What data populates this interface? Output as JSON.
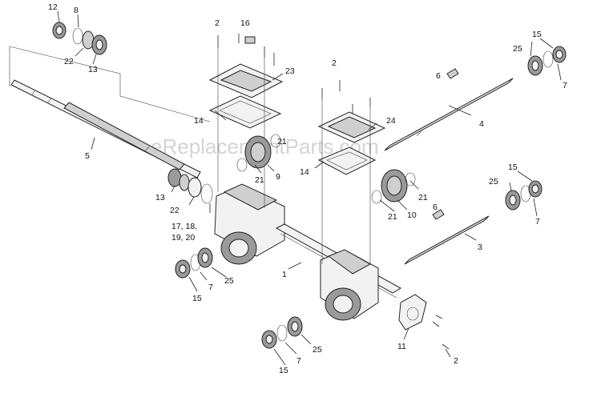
{
  "watermark": "eReplacementParts.com",
  "callouts": [
    {
      "id": "c1",
      "text": "12"
    },
    {
      "id": "c2",
      "text": "8"
    },
    {
      "id": "c3",
      "text": "22"
    },
    {
      "id": "c4",
      "text": "13"
    },
    {
      "id": "c5",
      "text": "2"
    },
    {
      "id": "c6",
      "text": "16"
    },
    {
      "id": "c7",
      "text": "23"
    },
    {
      "id": "c8",
      "text": "2"
    },
    {
      "id": "c9",
      "text": "25"
    },
    {
      "id": "c10",
      "text": "15"
    },
    {
      "id": "c11",
      "text": "6"
    },
    {
      "id": "c12",
      "text": "7"
    },
    {
      "id": "c13",
      "text": "14"
    },
    {
      "id": "c14",
      "text": "24"
    },
    {
      "id": "c15",
      "text": "4"
    },
    {
      "id": "c16",
      "text": "5"
    },
    {
      "id": "c17",
      "text": "21"
    },
    {
      "id": "c18",
      "text": "9"
    },
    {
      "id": "c19",
      "text": "21"
    },
    {
      "id": "c20",
      "text": "14"
    },
    {
      "id": "c21",
      "text": "13"
    },
    {
      "id": "c22",
      "text": "22"
    },
    {
      "id": "c23",
      "text": "17, 18,"
    },
    {
      "id": "c24",
      "text": "19, 20"
    },
    {
      "id": "c25",
      "text": "21"
    },
    {
      "id": "c26",
      "text": "21"
    },
    {
      "id": "c27",
      "text": "10"
    },
    {
      "id": "c28",
      "text": "15"
    },
    {
      "id": "c29",
      "text": "25"
    },
    {
      "id": "c30",
      "text": "6"
    },
    {
      "id": "c31",
      "text": "7"
    },
    {
      "id": "c32",
      "text": "3"
    },
    {
      "id": "c33",
      "text": "1"
    },
    {
      "id": "c34",
      "text": "7"
    },
    {
      "id": "c35",
      "text": "25"
    },
    {
      "id": "c36",
      "text": "15"
    },
    {
      "id": "c37",
      "text": "11"
    },
    {
      "id": "c38",
      "text": "25"
    },
    {
      "id": "c39",
      "text": "7"
    },
    {
      "id": "c40",
      "text": "15"
    },
    {
      "id": "c41",
      "text": "2"
    }
  ]
}
